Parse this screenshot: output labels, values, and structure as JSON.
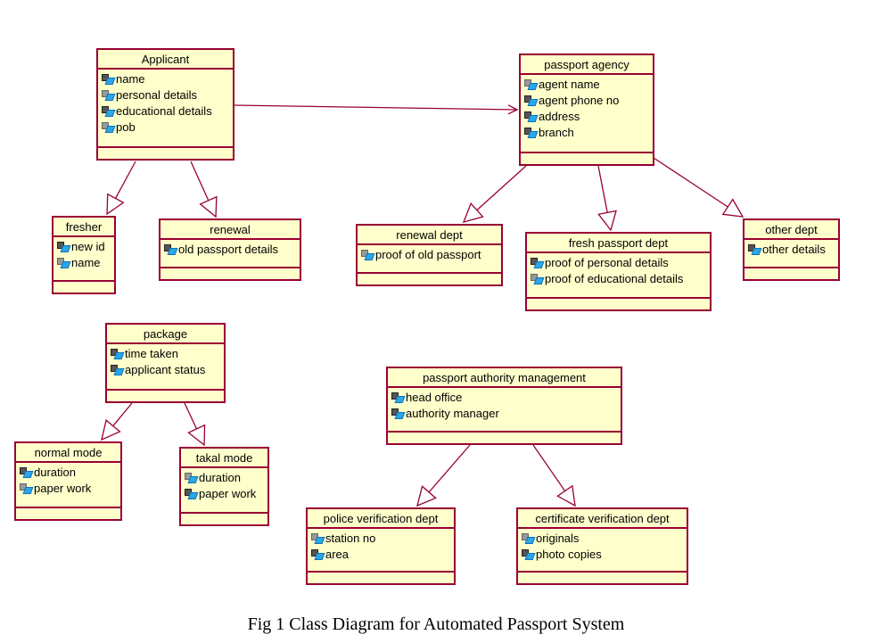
{
  "diagram": {
    "line_color": "#990033",
    "fill_color": "#ffffcc",
    "classes": {
      "applicant": {
        "name": "Applicant",
        "attributes": [
          {
            "label": "name",
            "icon": "protected-attribute-icon"
          },
          {
            "label": "personal details",
            "icon": "private-attribute-icon"
          },
          {
            "label": "educational details",
            "icon": "protected-attribute-icon"
          },
          {
            "label": "pob",
            "icon": "private-attribute-icon"
          }
        ]
      },
      "passport_agency": {
        "name": "passport agency",
        "attributes": [
          {
            "label": "agent name",
            "icon": "private-attribute-icon"
          },
          {
            "label": "agent phone no",
            "icon": "protected-attribute-icon"
          },
          {
            "label": "address",
            "icon": "protected-attribute-icon"
          },
          {
            "label": "branch",
            "icon": "protected-attribute-icon"
          }
        ]
      },
      "fresher": {
        "name": "fresher",
        "attributes": [
          {
            "label": "new id",
            "icon": "protected-attribute-icon"
          },
          {
            "label": "name",
            "icon": "private-attribute-icon"
          }
        ]
      },
      "renewal": {
        "name": "renewal",
        "attributes": [
          {
            "label": "old passport details",
            "icon": "protected-attribute-icon"
          }
        ]
      },
      "renewal_dept": {
        "name": "renewal dept",
        "attributes": [
          {
            "label": "proof of old passport",
            "icon": "private-attribute-icon"
          }
        ]
      },
      "fresh_passport_dept": {
        "name": "fresh passport dept",
        "attributes": [
          {
            "label": "proof of personal details",
            "icon": "protected-attribute-icon"
          },
          {
            "label": "proof of educational details",
            "icon": "private-attribute-icon"
          }
        ]
      },
      "other_dept": {
        "name": "other dept",
        "attributes": [
          {
            "label": "other details",
            "icon": "protected-attribute-icon"
          }
        ]
      },
      "package": {
        "name": "package",
        "attributes": [
          {
            "label": "time taken",
            "icon": "protected-attribute-icon"
          },
          {
            "label": "applicant status",
            "icon": "protected-attribute-icon"
          }
        ]
      },
      "normal_mode": {
        "name": "normal mode",
        "attributes": [
          {
            "label": "duration",
            "icon": "protected-attribute-icon"
          },
          {
            "label": "paper work",
            "icon": "private-attribute-icon"
          }
        ]
      },
      "takal_mode": {
        "name": "takal mode",
        "attributes": [
          {
            "label": "duration",
            "icon": "private-attribute-icon"
          },
          {
            "label": "paper work",
            "icon": "protected-attribute-icon"
          }
        ]
      },
      "passport_authority_management": {
        "name": "passport authority management",
        "attributes": [
          {
            "label": "head office",
            "icon": "protected-attribute-icon"
          },
          {
            "label": "authority manager",
            "icon": "protected-attribute-icon"
          }
        ]
      },
      "police_verification_dept": {
        "name": "police verification dept",
        "attributes": [
          {
            "label": "station no",
            "icon": "private-attribute-icon"
          },
          {
            "label": "area",
            "icon": "protected-attribute-icon"
          }
        ]
      },
      "certificate_verification_dept": {
        "name": "certificate verification dept",
        "attributes": [
          {
            "label": "originals",
            "icon": "private-attribute-icon"
          },
          {
            "label": "photo copies",
            "icon": "protected-attribute-icon"
          }
        ]
      }
    },
    "relationships": [
      {
        "type": "association",
        "from": "applicant",
        "to": "passport_agency"
      },
      {
        "type": "generalization",
        "from": "fresher",
        "to": "applicant"
      },
      {
        "type": "generalization",
        "from": "renewal",
        "to": "applicant"
      },
      {
        "type": "generalization",
        "from": "renewal_dept",
        "to": "passport_agency"
      },
      {
        "type": "generalization",
        "from": "fresh_passport_dept",
        "to": "passport_agency"
      },
      {
        "type": "generalization",
        "from": "other_dept",
        "to": "passport_agency"
      },
      {
        "type": "generalization",
        "from": "normal_mode",
        "to": "package"
      },
      {
        "type": "generalization",
        "from": "takal_mode",
        "to": "package"
      },
      {
        "type": "generalization",
        "from": "police_verification_dept",
        "to": "passport_authority_management"
      },
      {
        "type": "generalization",
        "from": "certificate_verification_dept",
        "to": "passport_authority_management"
      }
    ]
  },
  "caption": "Fig 1 Class Diagram for Automated Passport System"
}
